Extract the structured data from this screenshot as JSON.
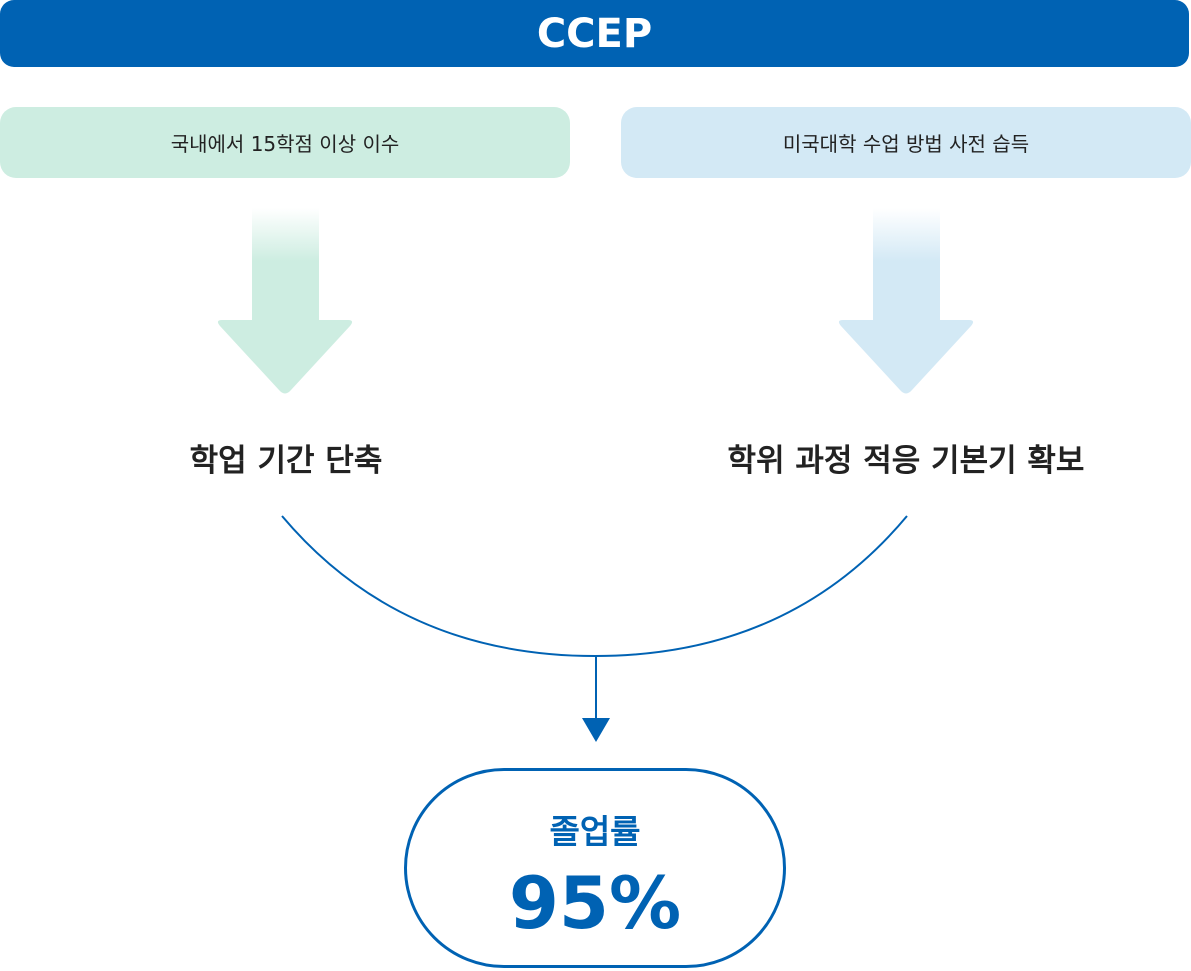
{
  "header": {
    "title": "CCEP"
  },
  "inputs": [
    {
      "label": "국내에서 15학점 이상 이수",
      "color": "#cdede1"
    },
    {
      "label": "미국대학 수업 방법 사전 습득",
      "color": "#d3e9f5"
    }
  ],
  "outcomes": [
    {
      "label": "학업 기간 단축"
    },
    {
      "label": "학위 과정 적응 기본기 확보"
    }
  ],
  "result": {
    "label": "졸업률",
    "value": "95%"
  },
  "colors": {
    "primary": "#0062b3",
    "green": "#cdede1",
    "blue": "#d3e9f5",
    "text": "#222222"
  }
}
